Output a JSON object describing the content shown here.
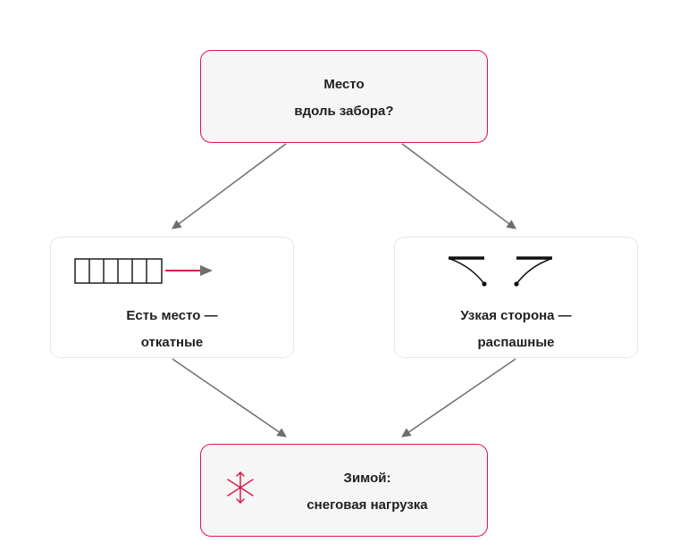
{
  "diagram": {
    "nodes": {
      "top": {
        "line1": "Место",
        "line2": "вдоль забора?"
      },
      "left": {
        "line1": "Есть место —",
        "line2": "откатные"
      },
      "right": {
        "line1": "Узкая сторона —",
        "line2": "распашные"
      },
      "bottom": {
        "line1": "Зимой:",
        "line2": "снеговая нагрузка"
      }
    },
    "icons": {
      "left": "sliding-gate-icon",
      "right": "swing-gate-icon",
      "bottom": "snowflake-icon"
    },
    "colors": {
      "accent": "#d81b4a",
      "arrow": "#6e6e6e",
      "text": "#1f1f1f"
    }
  }
}
